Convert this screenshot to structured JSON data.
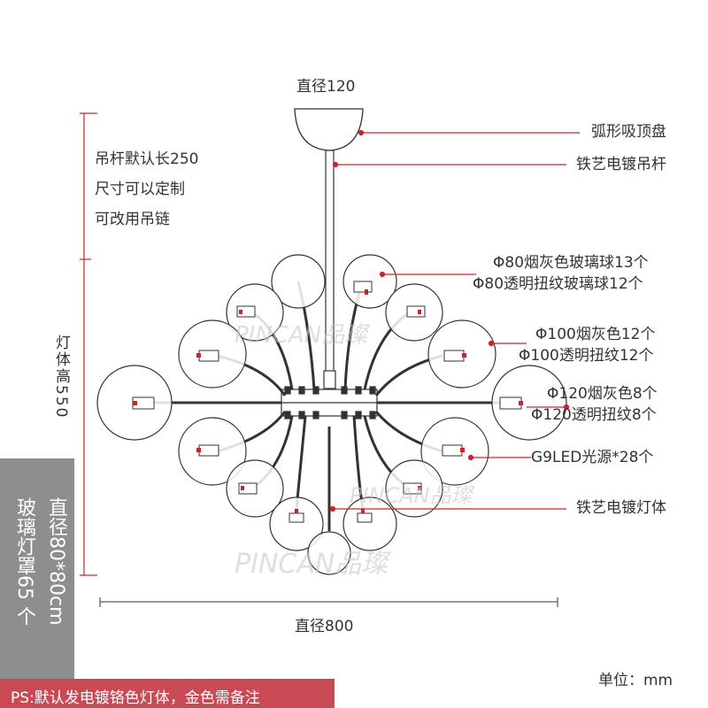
{
  "dimensions": {
    "top_diameter": "直径120",
    "bottom_diameter": "直径800",
    "height": "灯体高550",
    "unit": "单位：mm"
  },
  "rod_note": [
    "吊杆默认长250",
    "尺寸可以定制",
    "可改用吊链"
  ],
  "callouts": {
    "canopy": "弧形吸顶盘",
    "rod": "铁艺电镀吊杆",
    "ball80": [
      "Φ80烟灰色玻璃球13个",
      "Φ80透明扭纹玻璃球12个"
    ],
    "ball100": [
      "Φ100烟灰色12个",
      "Φ100透明扭纹12个"
    ],
    "ball120": [
      "Φ120烟灰色8个",
      "Φ120透明扭纹8个"
    ],
    "light_source": "G9LED光源*28个",
    "body": "铁艺电镀灯体"
  },
  "glass_note": [
    "直径80*80cm",
    "玻璃灯罩65 个"
  ],
  "ps_note": "PS:默认发电镀铬色灯体，金色需备注",
  "watermark": [
    "PINCAN",
    "品璨"
  ],
  "colors": {
    "line": "#333333",
    "leader": "#d0202a",
    "ps_bg": "#c94a55",
    "box_bg": "#8e8e8e"
  }
}
